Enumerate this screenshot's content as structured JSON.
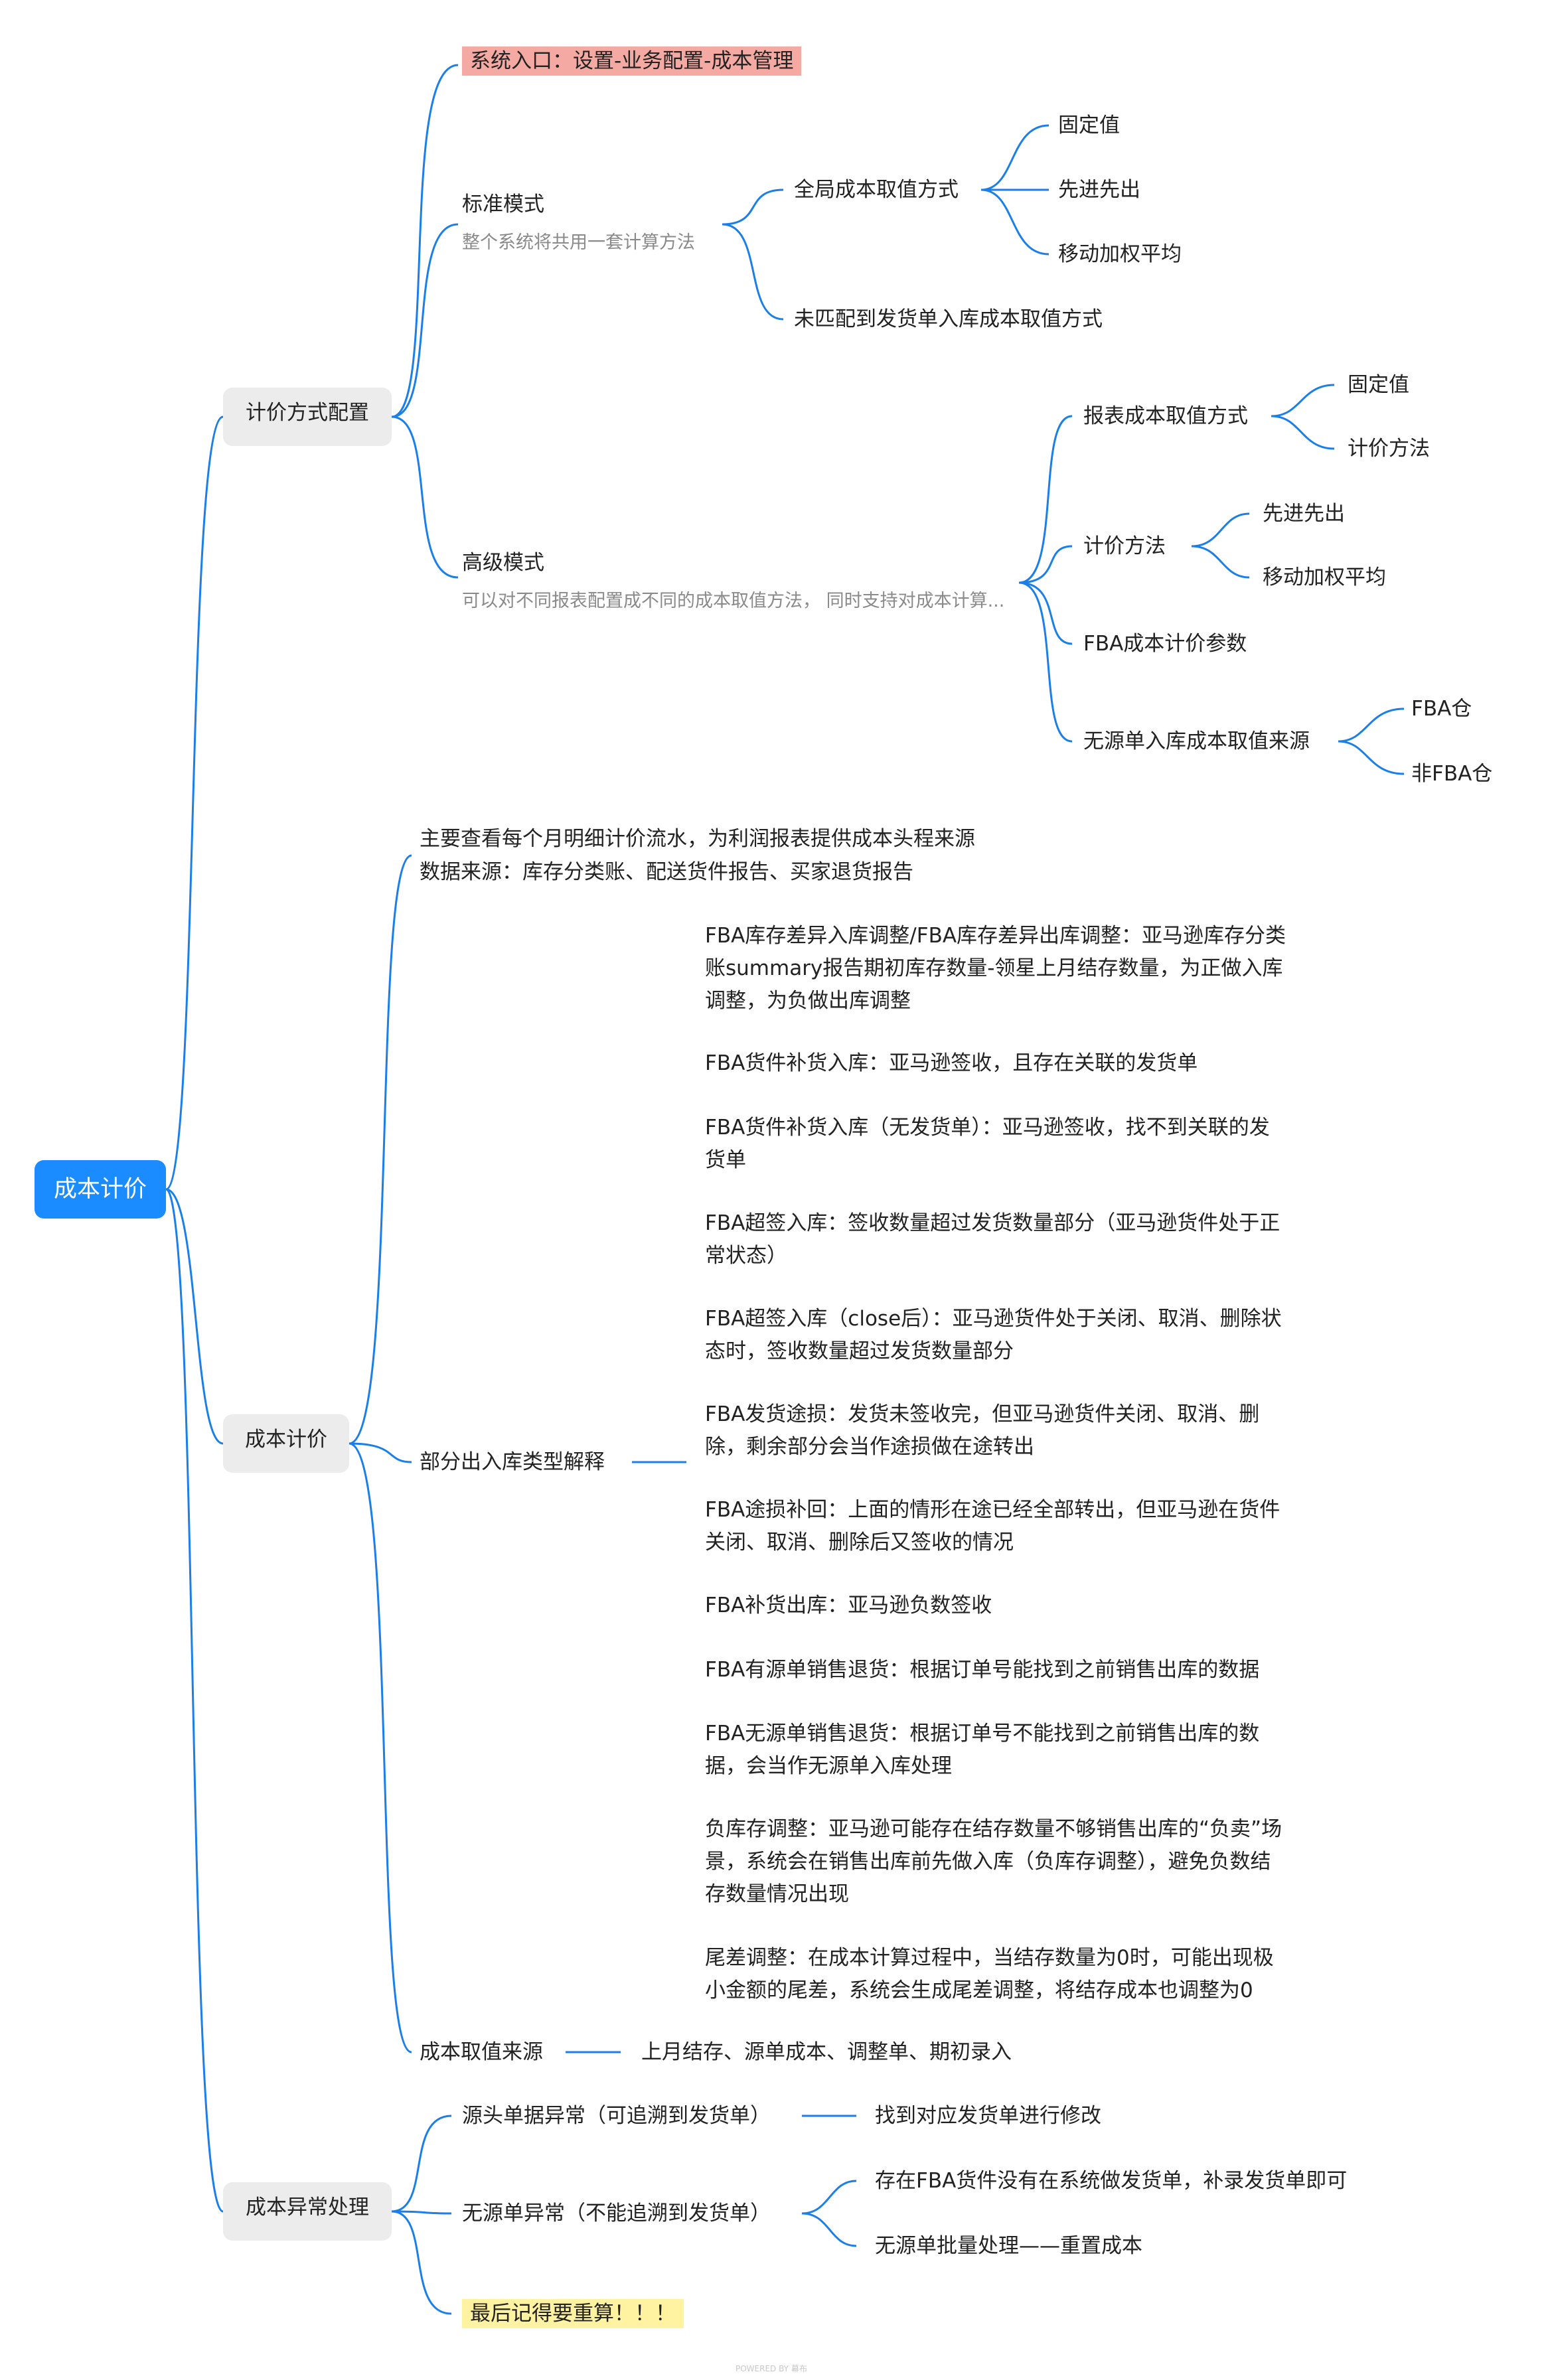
{
  "root": "成本计价",
  "l1": {
    "config": "计价方式配置",
    "cost": "成本计价",
    "exception": "成本异常处理"
  },
  "config": {
    "entry": "系统入口：设置-业务配置-成本管理",
    "standard": {
      "title": "标准模式",
      "desc": "整个系统将共用一套计算方法",
      "global": "全局成本取值方式",
      "global_options": [
        "固定值",
        "先进先出",
        "移动加权平均"
      ],
      "unmatched": "未匹配到发货单入库成本取值方式"
    },
    "advanced": {
      "title": "高级模式",
      "desc": "可以对不同报表配置成不同的成本取值方法，  同时支持对成本计算...",
      "report": "报表成本取值方式",
      "report_options": [
        "固定值",
        "计价方法"
      ],
      "method": "计价方法",
      "method_options": [
        "先进先出",
        "移动加权平均"
      ],
      "fba_param": "FBA成本计价参数",
      "nosource": "无源单入库成本取值来源",
      "nosource_options": [
        "FBA仓",
        "非FBA仓"
      ]
    }
  },
  "cost": {
    "intro_1": "主要查看每个月明细计价流水，为利润报表提供成本头程来源",
    "intro_2": "数据来源：库存分类账、配送货件报告、买家退货报告",
    "types_title": "部分出入库类型解释",
    "types": [
      [
        "FBA库存差异入库调整/FBA库存差异出库调整：亚马逊库存分类",
        "账summary报告期初库存数量-领星上月结存数量，为正做入库",
        "调整，为负做出库调整"
      ],
      [
        "FBA货件补货入库：亚马逊签收，且存在关联的发货单"
      ],
      [
        "FBA货件补货入库（无发货单）：亚马逊签收，找不到关联的发",
        "货单"
      ],
      [
        "FBA超签入库：签收数量超过发货数量部分（亚马逊货件处于正",
        "常状态）"
      ],
      [
        "FBA超签入库（close后）：亚马逊货件处于关闭、取消、删除状",
        "态时，签收数量超过发货数量部分"
      ],
      [
        "FBA发货途损：发货未签收完，但亚马逊货件关闭、取消、删",
        "除，剩余部分会当作途损做在途转出"
      ],
      [
        "FBA途损补回：上面的情形在途已经全部转出，但亚马逊在货件",
        "关闭、取消、删除后又签收的情况"
      ],
      [
        "FBA补货出库：亚马逊负数签收"
      ],
      [
        "FBA有源单销售退货：根据订单号能找到之前销售出库的数据"
      ],
      [
        "FBA无源单销售退货：根据订单号不能找到之前销售出库的数",
        "据，会当作无源单入库处理"
      ],
      [
        "负库存调整：亚马逊可能存在结存数量不够销售出库的“负卖”场",
        "景，系统会在销售出库前先做入库（负库存调整），避免负数结",
        "存数量情况出现"
      ],
      [
        "尾差调整：在成本计算过程中，当结存数量为0时，可能出现极",
        "小金额的尾差，系统会生成尾差调整，将结存成本也调整为0"
      ]
    ],
    "source_title": "成本取值来源",
    "source_value": "上月结存、源单成本、调整单、期初录入"
  },
  "exception": {
    "source_err": "源头单据异常（可追溯到发货单）",
    "source_fix": "找到对应发货单进行修改",
    "nosource_err": "无源单异常（不能追溯到发货单）",
    "nosource_fix_1": "存在FBA货件没有在系统做发货单，补录发货单即可",
    "nosource_fix_2": "无源单批量处理——重置成本",
    "final": "最后记得要重算！！！"
  },
  "footer": "POWERED BY 幕布",
  "colors": {
    "line": "#1a7fe8",
    "root": "#1a8cff",
    "red_highlight": "#f4a9a2",
    "yellow_highlight": "#fff2a1"
  }
}
